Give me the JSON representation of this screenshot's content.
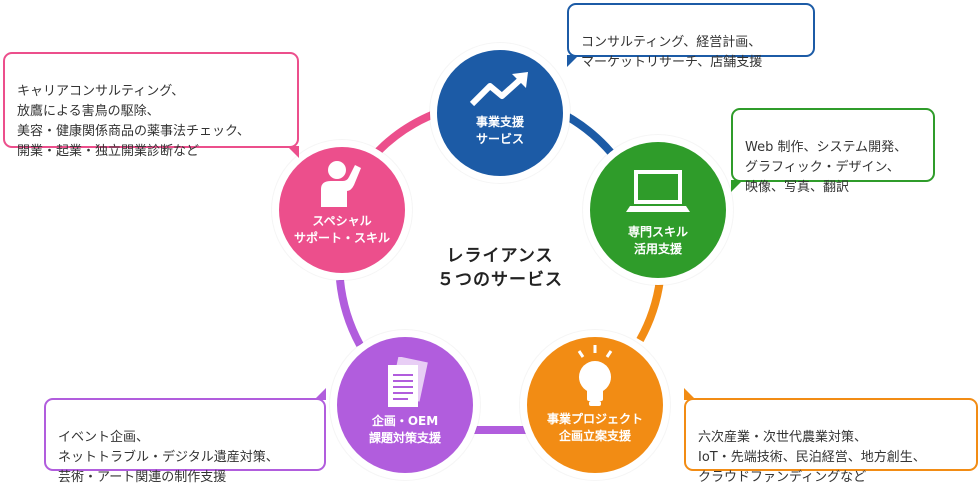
{
  "center": {
    "line1": "レライアンス",
    "line2": "５つのサービス"
  },
  "services": [
    {
      "id": "business",
      "label": "事業支援\nサービス",
      "color": "#1c5ba6",
      "icon": "trend-arrow-icon",
      "description": "コンサルティング、経営計画、\nマーケットリサーチ、店舗支援"
    },
    {
      "id": "skills",
      "label": "専門スキル\n活用支援",
      "color": "#2f9c2a",
      "icon": "laptop-icon",
      "description": "Web 制作、システム開発、\nグラフィック・デザイン、\n映像、写真、翻訳"
    },
    {
      "id": "project",
      "label": "事業プロジェクト\n企画立案支援",
      "color": "#f28c14",
      "icon": "lightbulb-icon",
      "description": "六次産業・次世代農業対策、\nIoT・先端技術、民泊経営、地方創生、\nクラウドファンディングなど"
    },
    {
      "id": "planning",
      "label": "企画・OEM\n課題対策支援",
      "color": "#b15ddd",
      "icon": "document-icon",
      "description": "イベント企画、\nネットトラブル・デジタル遺産対策、\n芸術・アート関連の制作支援"
    },
    {
      "id": "special",
      "label": "スペシャル\nサポート・スキル",
      "color": "#ec4f8c",
      "icon": "person-icon",
      "description": "キャリアコンサルティング、\n放鷹による害鳥の駆除、\n美容・健康関係商品の薬事法チェック、\n開業・起業・独立開業診断など"
    }
  ]
}
